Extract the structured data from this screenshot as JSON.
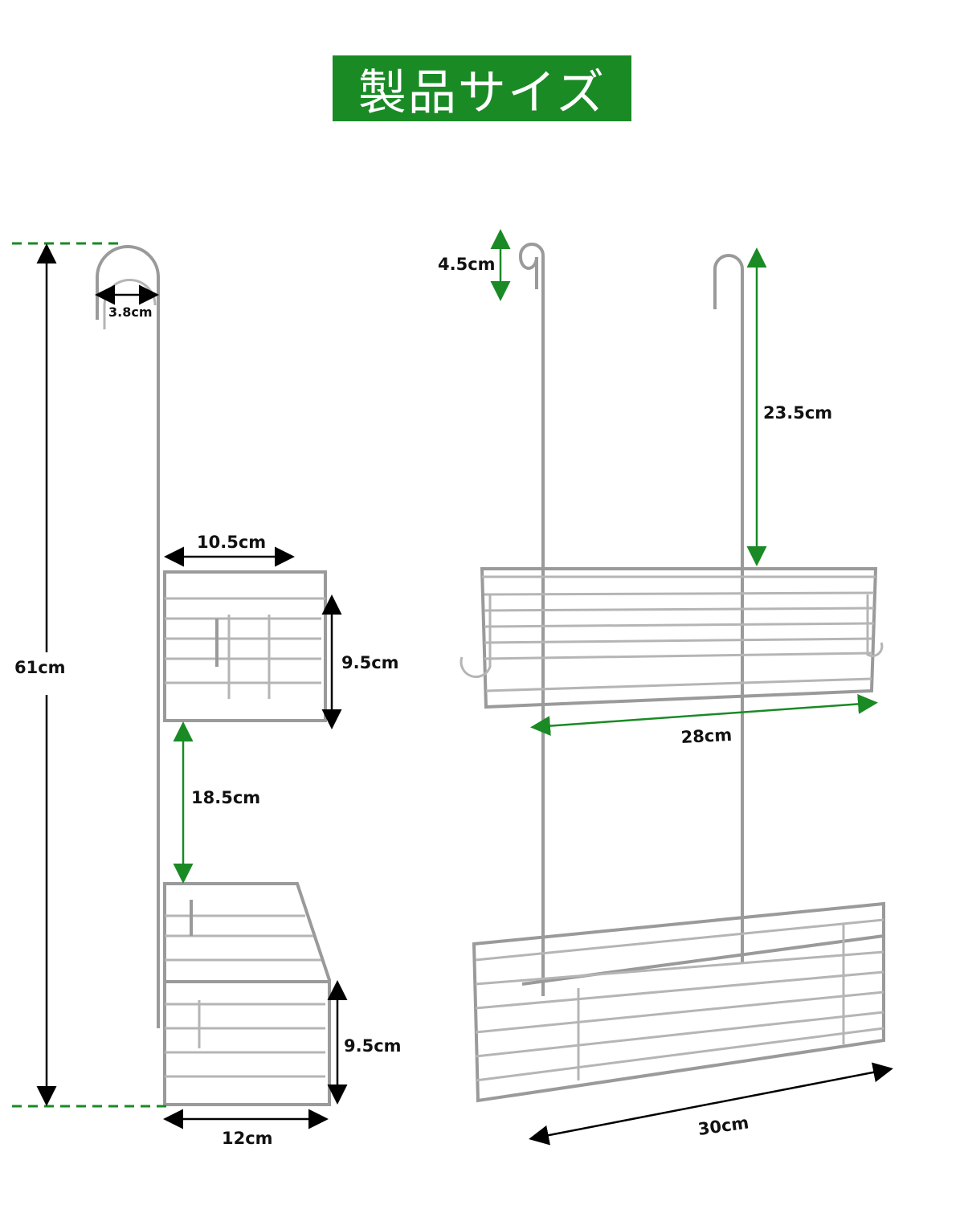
{
  "title": "製品サイズ",
  "colors": {
    "banner": "#1a8a25",
    "dimension_green": "#1a8a25"
  },
  "side_view": {
    "total_height": "61cm",
    "hook_width": "3.8cm",
    "upper_basket_depth": "10.5cm",
    "upper_basket_height": "9.5cm",
    "basket_gap": "18.5cm",
    "lower_basket_height": "9.5cm",
    "lower_basket_depth": "12cm"
  },
  "front_view": {
    "hook_height": "4.5cm",
    "rod_length": "23.5cm",
    "upper_basket_width": "28cm",
    "lower_basket_width": "30cm"
  }
}
